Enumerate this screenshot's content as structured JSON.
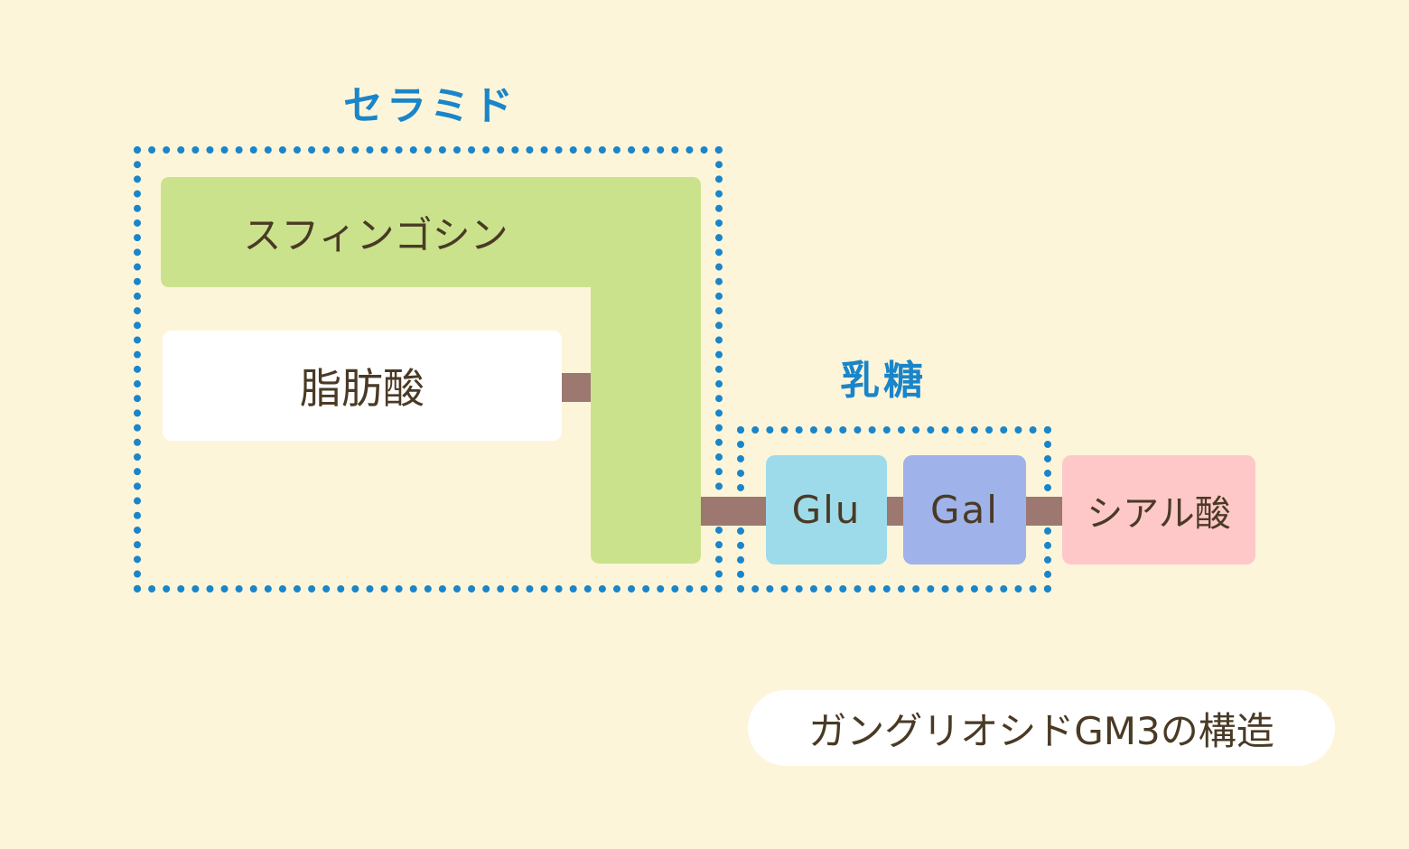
{
  "labels": {
    "ceramide": "セラミド",
    "lactose": "乳糖"
  },
  "blocks": {
    "sphingosine": "スフィンゴシン",
    "fatty_acid": "脂肪酸",
    "glu": "Glu",
    "gal": "Gal",
    "sialic_acid": "シアル酸"
  },
  "caption": "ガングリオシドGM3の構造",
  "colors": {
    "background": "#fdf5d9",
    "group_outline": "#1a85c9",
    "sphingosine": "#cae28c",
    "fatty_acid": "#ffffff",
    "glu": "#9ddbea",
    "gal": "#9fb3ea",
    "sialic_acid": "#fec8c8",
    "bond": "#9c7870",
    "text": "#4a3a25"
  }
}
